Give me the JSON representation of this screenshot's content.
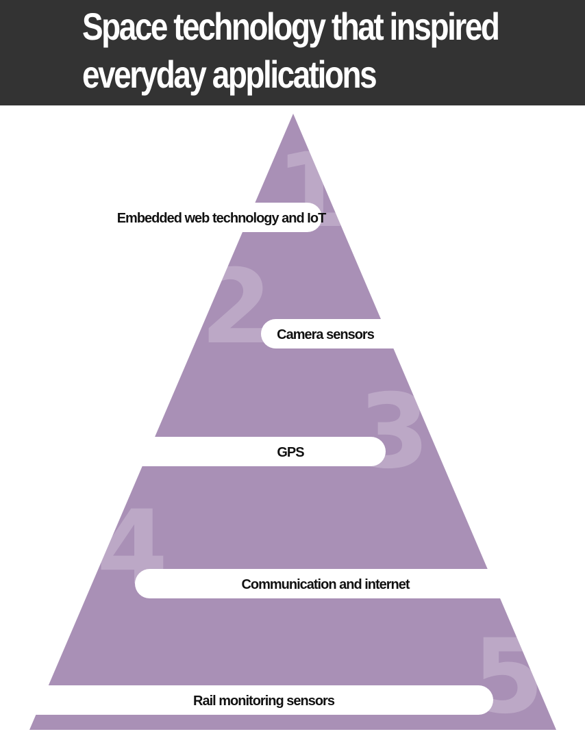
{
  "header": {
    "title_line1": "Space technology that inspired",
    "title_line2": "everyday applications",
    "background_color": "#333333",
    "text_color": "#ffffff"
  },
  "pyramid": {
    "fill_color": "#a990b6",
    "number_color": "#ffffff",
    "pill_color": "#ffffff",
    "tiers": [
      {
        "number": "1",
        "label": "Embedded web technology and IoT"
      },
      {
        "number": "2",
        "label": "Camera sensors"
      },
      {
        "number": "3",
        "label": "GPS"
      },
      {
        "number": "4",
        "label": "Communication and internet"
      },
      {
        "number": "5",
        "label": "Rail monitoring sensors"
      }
    ]
  }
}
